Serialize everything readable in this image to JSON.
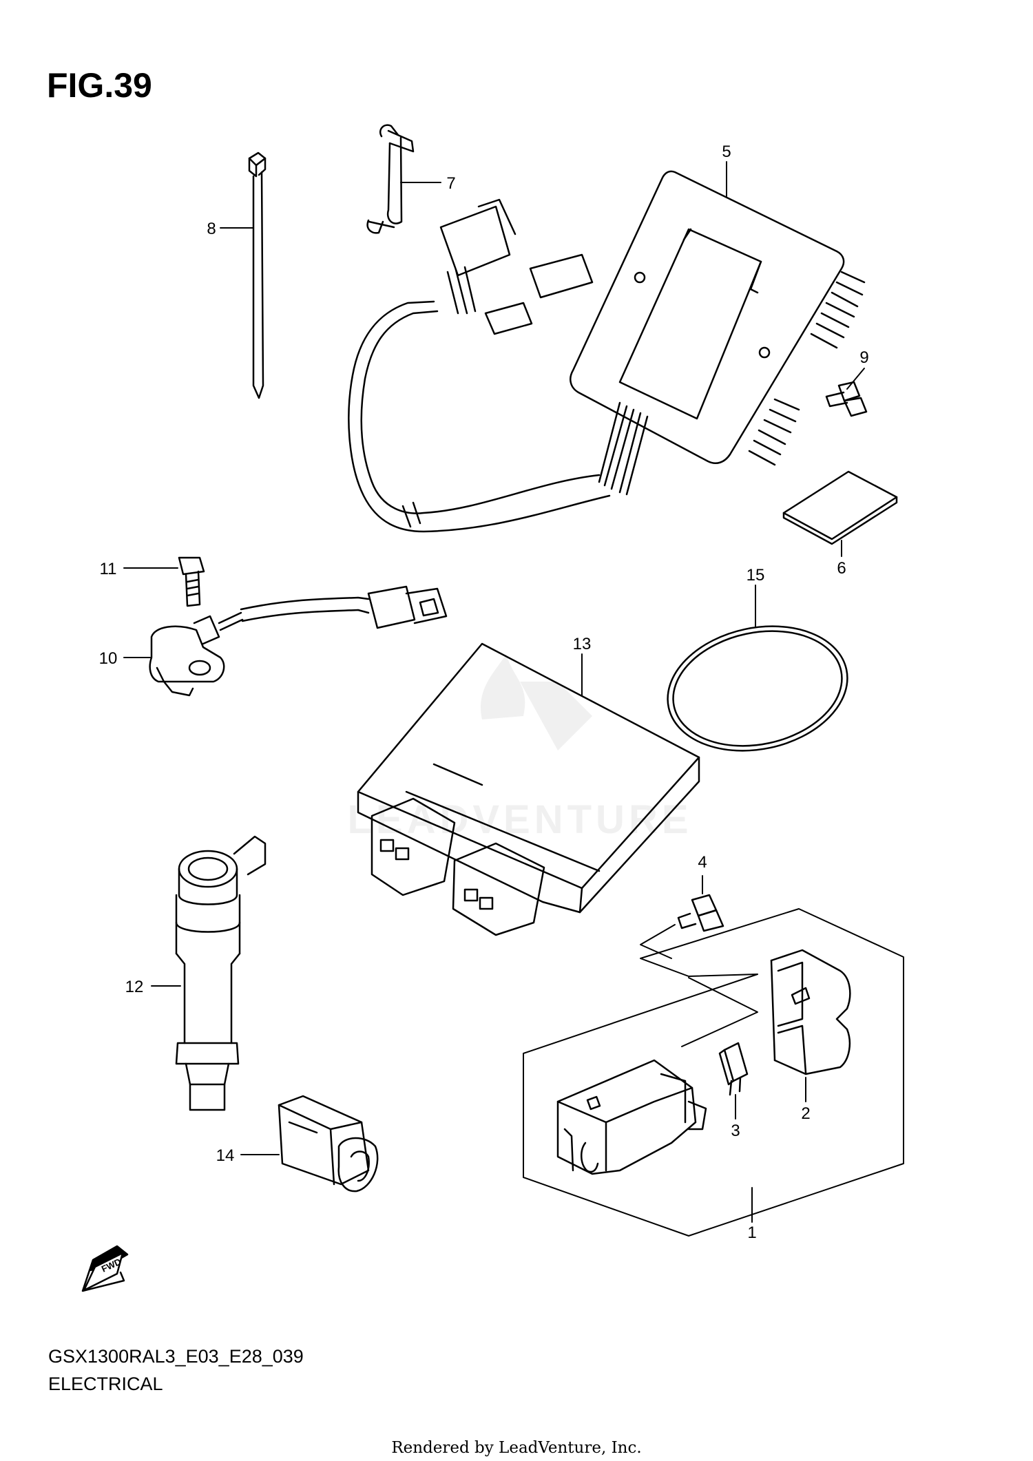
{
  "figure": {
    "title": "FIG.39",
    "code": "GSX1300RAL3_E03_E28_039",
    "section": "ELECTRICAL",
    "footer": "Rendered by LeadVenture, Inc.",
    "watermark": "LEADVENTURE",
    "fwd_label": "FWD"
  },
  "callouts": [
    "1",
    "2",
    "3",
    "4",
    "5",
    "6",
    "7",
    "8",
    "9",
    "10",
    "11",
    "12",
    "13",
    "14",
    "15"
  ],
  "parts": [
    {
      "ref": "1",
      "icon": "relay-assembly-icon"
    },
    {
      "ref": "2",
      "icon": "relay-cover-icon"
    },
    {
      "ref": "3",
      "icon": "fuse-icon"
    },
    {
      "ref": "4",
      "icon": "bolt-icon"
    },
    {
      "ref": "5",
      "icon": "regulator-rectifier-icon"
    },
    {
      "ref": "6",
      "icon": "pad-icon"
    },
    {
      "ref": "7",
      "icon": "clamp-icon"
    },
    {
      "ref": "8",
      "icon": "cable-tie-icon"
    },
    {
      "ref": "9",
      "icon": "bolt-icon"
    },
    {
      "ref": "10",
      "icon": "sensor-icon"
    },
    {
      "ref": "11",
      "icon": "bolt-icon"
    },
    {
      "ref": "12",
      "icon": "ignition-coil-icon"
    },
    {
      "ref": "13",
      "icon": "ecm-unit-icon"
    },
    {
      "ref": "14",
      "icon": "connector-icon"
    },
    {
      "ref": "15",
      "icon": "o-ring-icon"
    }
  ]
}
